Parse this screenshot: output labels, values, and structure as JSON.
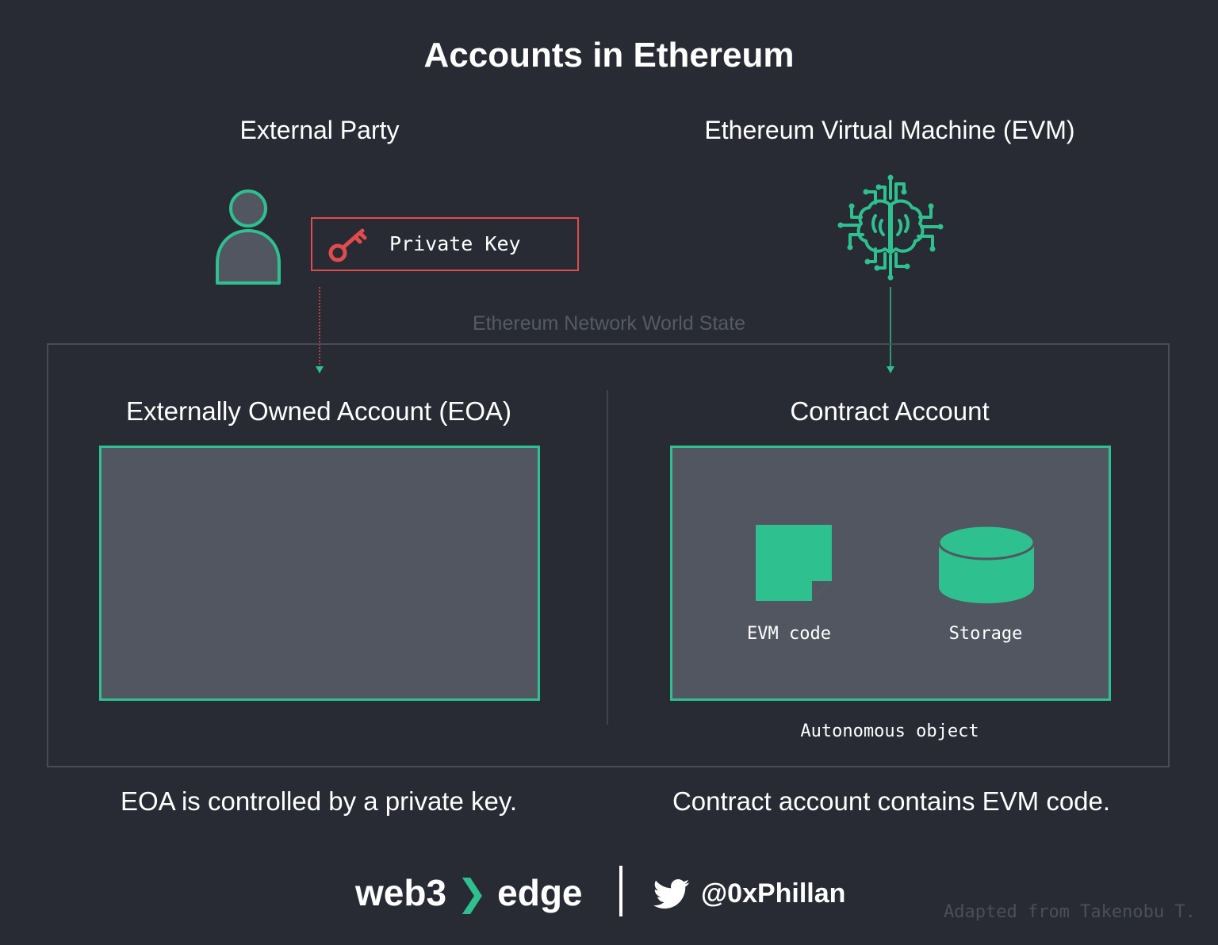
{
  "title": "Accounts in Ethereum",
  "external_party": {
    "heading": "External Party",
    "private_key_label": "Private Key",
    "person_icon": "person-icon",
    "key_icon": "key-icon"
  },
  "evm": {
    "heading": "Ethereum Virtual Machine (EVM)",
    "icon": "brain-circuit-icon"
  },
  "world_state": {
    "label": "Ethereum Network World State"
  },
  "eoa": {
    "heading": "Externally Owned Account (EOA)",
    "caption": "EOA is controlled by a private key."
  },
  "contract": {
    "heading": "Contract Account",
    "evm_code_label": "EVM code",
    "storage_label": "Storage",
    "autonomous_label": "Autonomous object",
    "caption": "Contract account contains EVM code."
  },
  "footer": {
    "brand_left": "web3",
    "brand_chevron": "❯",
    "brand_right": "edge",
    "twitter_handle": "@0xPhillan",
    "credit": "Adapted from Takenobu T."
  },
  "colors": {
    "background": "#282b34",
    "accent_green": "#2ec08f",
    "key_red": "#e04c4c",
    "box_fill": "#525661",
    "twitter_icon": "#ffffff"
  }
}
